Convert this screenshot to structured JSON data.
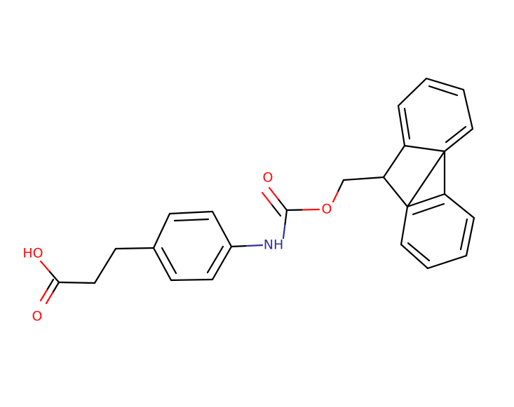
{
  "molecule": {
    "atom_labels": {
      "hydroxyl": "HO",
      "carbonyl_acid": "O",
      "amine": "NH",
      "carbonyl_carbamate": "O",
      "ester_oxygen": "O"
    },
    "colors": {
      "bond": "#000000",
      "oxygen": "#ff0d0d",
      "nitrogen": "#30309a"
    }
  }
}
